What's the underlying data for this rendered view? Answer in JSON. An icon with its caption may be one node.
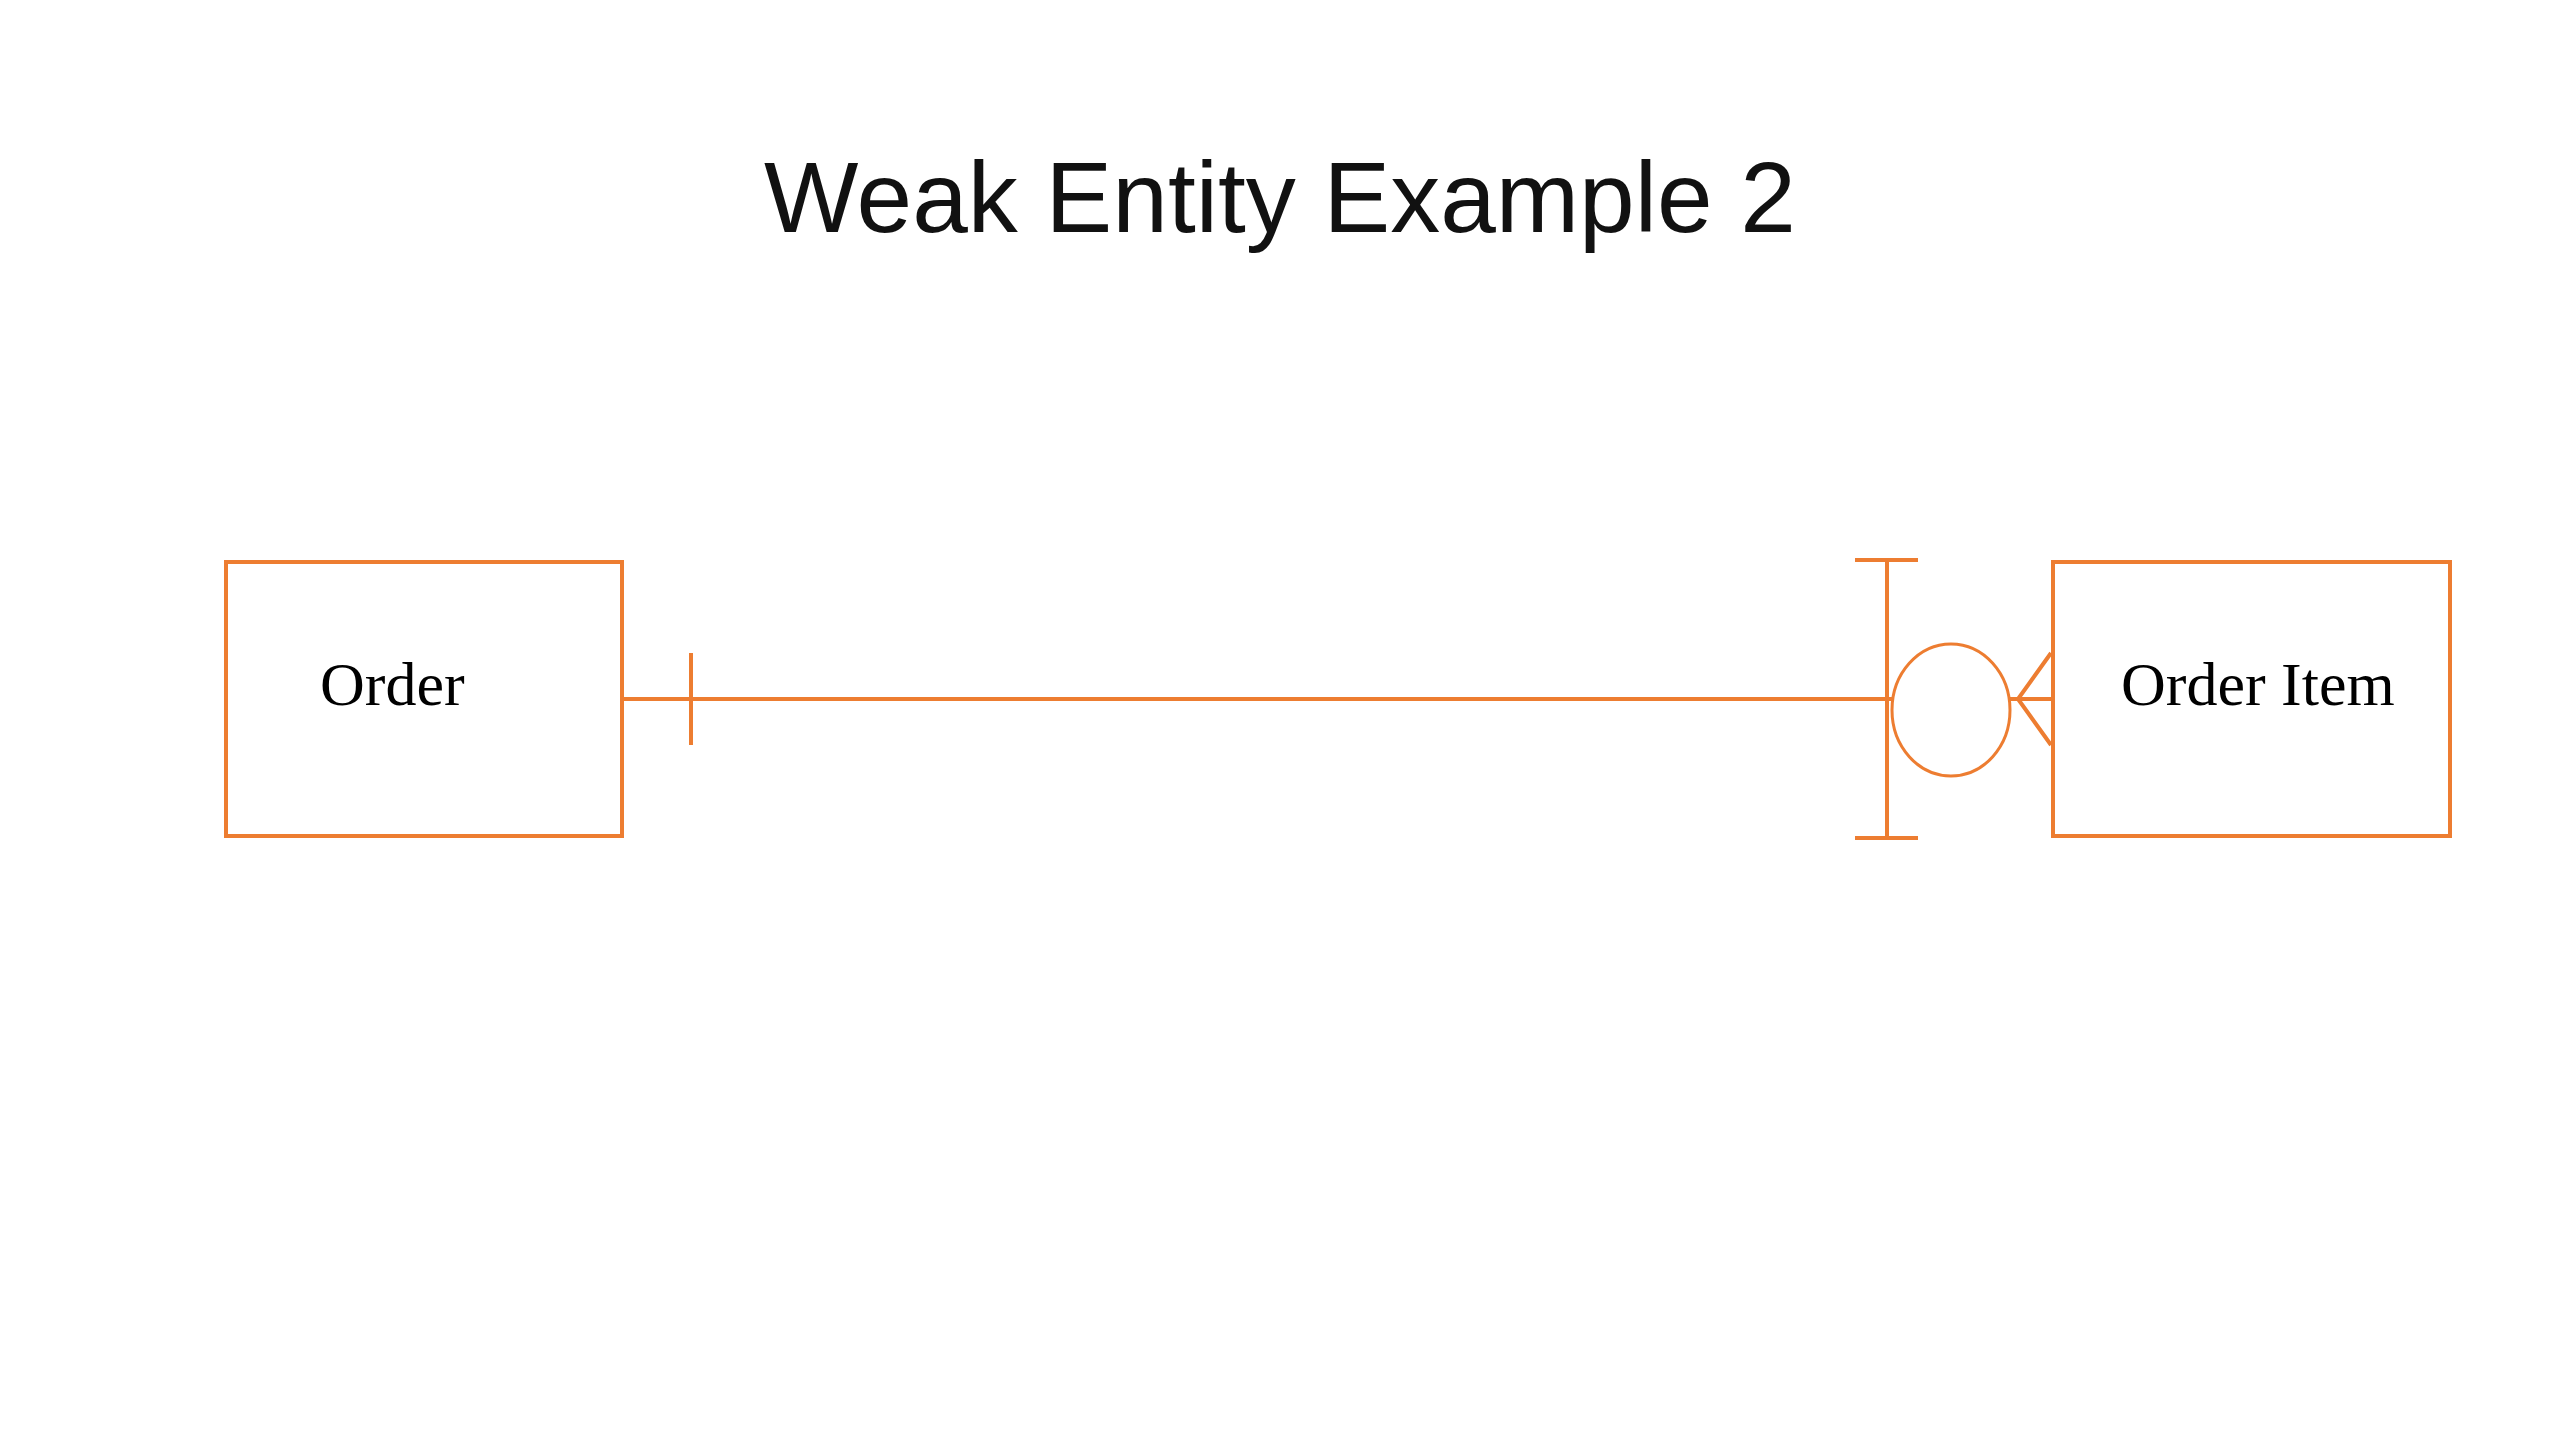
{
  "diagram": {
    "title": "Weak Entity Example 2",
    "nodes": [
      {
        "text": [
          "Order"
        ]
      },
      {
        "text": [
          "Order Item"
        ]
      }
    ],
    "edges": [
      {
        "from": 0,
        "to": 1,
        "arrow": "other"
      }
    ]
  }
}
